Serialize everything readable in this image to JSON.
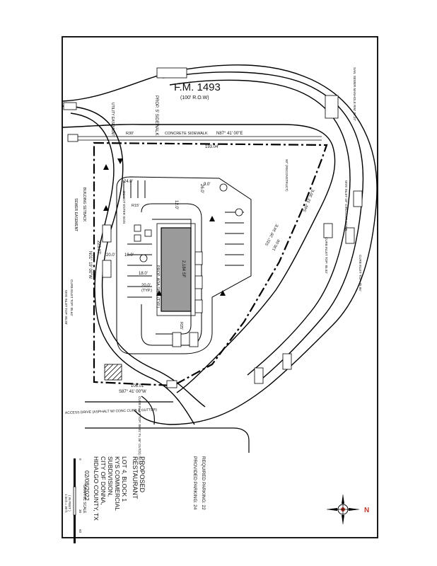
{
  "road": {
    "name": "F.M. 1493",
    "row": "(100' R.O.W)"
  },
  "labels": {
    "prop_sidewalk": "PROP. 5' SIDEWALK",
    "concrete_sidewalk": "CONCRETE SIDEWALK",
    "utility_easement": "UTILITY EASEMENT",
    "building_setback": "BUILDING SETBACK",
    "sewer_easement": "SEWER EASEMENT",
    "do_not_enter": "DO NOT ENTER SIGN",
    "building_area": "2,184 SF",
    "ada_sign": "PROP. ADA SIGN (TYP.)",
    "access_drive": "ACCESS DRIVE (ASPHALT W/ CONC CURB & GUTTER)",
    "curb_inlet_left": "CURB INLET TOP: 85.64'",
    "wye_inlet": "WYE INLET TOP: 85.89'",
    "manhole": "SAN. SEWER MANHOLE RIM: 87.37'",
    "wye_inlet_right": "WYE INLET 18\" CIRCULAR RISER",
    "curb_inlet_r1": "CURB INLET TOP: 85.93'",
    "curb_inlet_r2": "CURB INLET TOP: 85.86'",
    "curb_inlet_bottom": "CURB INLET TOP: 86.01' FL 36\" OUT(S): 82.84'",
    "ninety_deg": "90° (RECONSTRUCT)"
  },
  "bearings": {
    "north_line": "N87° 41' 00\"E",
    "north_dist": "193.04'",
    "west_line": "N01° 19' 00\"W",
    "west_dist": "223.07'",
    "south_line": "S87° 41' 00\"W",
    "south_dist": "106.01'",
    "se_line": "S31° 28' 34\"E",
    "se_dist": "130.06'",
    "east_line": "S46° 32' 35\"E"
  },
  "dims": {
    "d24": "24.0'",
    "d26": "26.0'",
    "d12": "12.0'",
    "d9": "9.0'",
    "d18": "18.0'",
    "d20": "20.0'",
    "d10": "10.0'",
    "typ": "(TYP.)",
    "r15": "R15'",
    "r30": "R30'",
    "r25": "R25'"
  },
  "title_block": {
    "title1": "PROPOSED",
    "title2": "RESTAURANT",
    "lot": "LOT 4, BLOCK 1",
    "sub1": "KYS COMMERCIAL",
    "sub2": "SUBDIVISION,",
    "city": "CITY OF DONNA,",
    "county": "HIDALGO COUNTY, TX",
    "date": "02/08/2022",
    "scale_label": "GRAPHIC SCALE",
    "scale_sub": "( IN FEET )",
    "scale_ratio": "1 inch = 30 ft.",
    "scale_0": "0",
    "scale_30": "30",
    "scale_60": "60"
  },
  "parking": {
    "required": "REQUIRED PARKING: 22",
    "provided": "PROVIDED PARKING: 24"
  },
  "north_arrow": {
    "letter": "N"
  }
}
